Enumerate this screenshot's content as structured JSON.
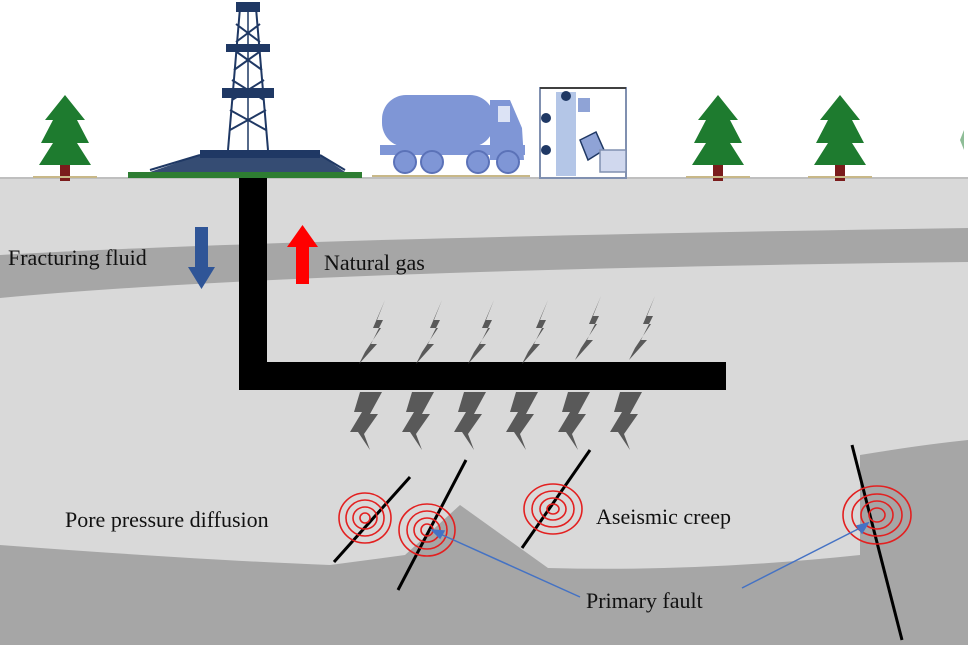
{
  "labels": {
    "fracturing_fluid": "Fracturing fluid",
    "natural_gas": "Natural gas",
    "pore_pressure_diffusion": "Pore pressure diffusion",
    "aseismic_creep": "Aseismic creep",
    "primary_fault": "Primary fault"
  },
  "colors": {
    "sky": "#ffffff",
    "rock_light": "#d9d9d9",
    "rock_mid": "#a6a6a6",
    "rock_dark": "#8c8c8c",
    "wellbore": "#000000",
    "fracture": "#595959",
    "fluid_arrow": "#2f5597",
    "gas_arrow": "#ff0000",
    "seismic_rings": "#e32020",
    "pointer_line": "#4472c4",
    "tree_green": "#1e7b2f",
    "tree_trunk": "#7b1c1c",
    "truck": "#7f96d6",
    "rig": "#1f3864"
  },
  "icons": [
    "drilling-rig-icon",
    "tanker-truck-icon",
    "separator-unit-icon",
    "tree-icon",
    "fracture-icon",
    "seismic-rings-icon"
  ]
}
